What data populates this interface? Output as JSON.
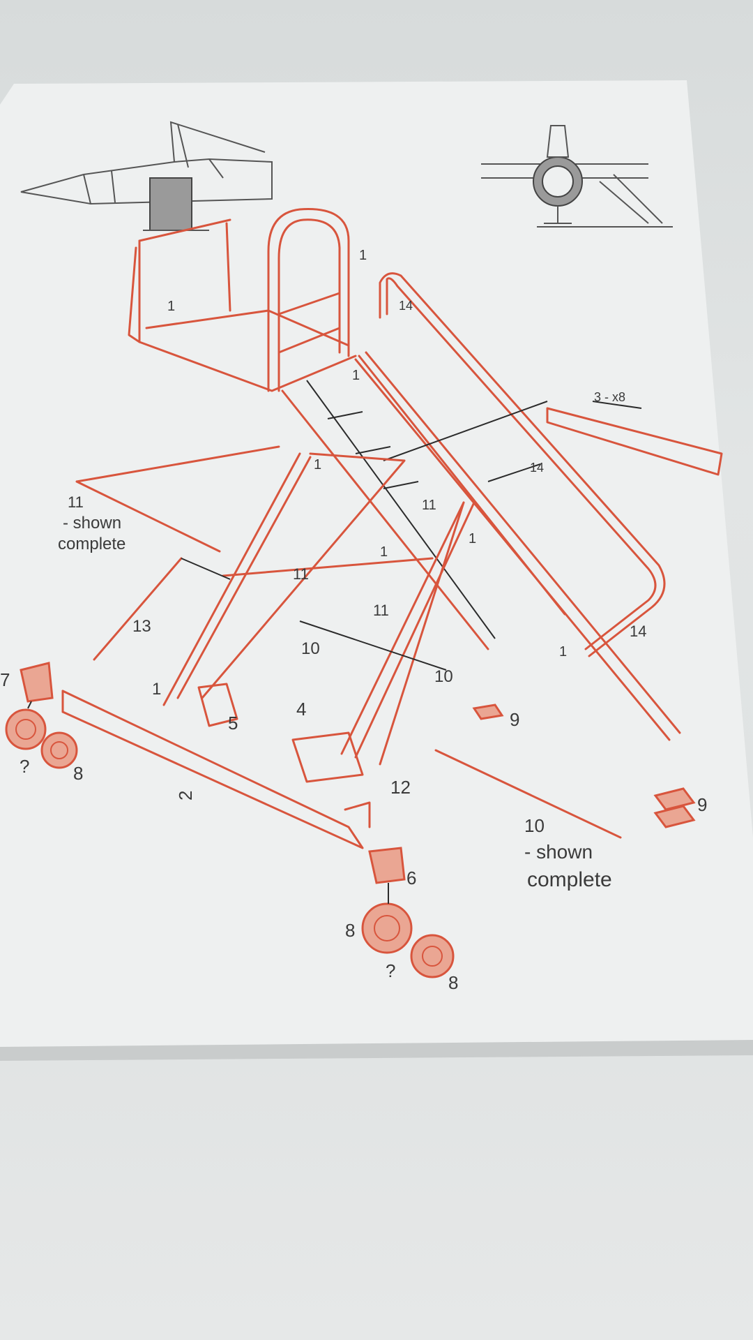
{
  "labels": {
    "platform": "1",
    "handrail_top": "1",
    "handrail_side": "14",
    "tread": "3 - x8",
    "side_rail": "14",
    "ladder_upper": "1",
    "ladder_mid": "1",
    "ladder_joint": "1",
    "ladder_lower": "1",
    "ladder_right": "1",
    "brace_11_a": "11",
    "brace_11_b": "11",
    "brace_11_c": "11",
    "brace_11_loose_num": "11",
    "brace_11_loose_note_line1": "- shown",
    "brace_11_loose_note_line2": "complete",
    "strut_13": "13",
    "strut_10_a": "10",
    "strut_10_b": "10",
    "strut_10_loose_num": "10",
    "strut_10_loose_note_line1": "- shown",
    "strut_10_loose_note_line2": "complete",
    "rail_14_right": "14",
    "leg_left": "1",
    "foot_4": "4",
    "foot_5": "5",
    "part_12": "12",
    "base_beam": "2",
    "caster_7": "7",
    "caster_6": "6",
    "wheel_8_a": "8",
    "wheel_8_b": "8",
    "wheel_8_c": "8",
    "unknown_a": "?",
    "unknown_b": "?",
    "pad_9_a": "9",
    "pad_9_b": "9"
  },
  "colors": {
    "paper": "#f1f3f3",
    "table": "#dde0e0",
    "ink_red": "#d8553d",
    "ink_grey": "#555555"
  }
}
